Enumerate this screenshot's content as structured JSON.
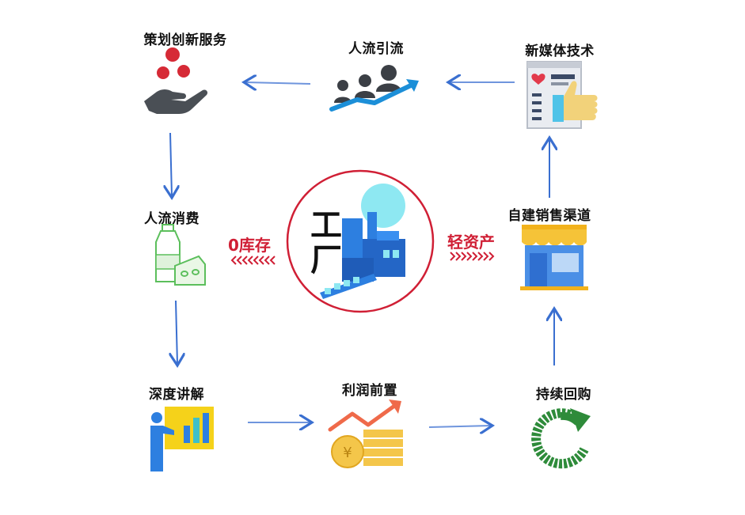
{
  "nodes": {
    "innovation": "策划创新服务",
    "traffic": "人流引流",
    "new_media": "新媒体技术",
    "consumption": "人流消费",
    "own_channel": "自建销售渠道",
    "explain": "深度讲解",
    "profit": "利润前置",
    "repurchase": "持续回购"
  },
  "center": {
    "left_label": "0库存",
    "right_label": "轻资产",
    "char_1": "工",
    "char_2": "厂"
  },
  "colors": {
    "arrow": "#3a6fd0",
    "accent_red": "#d01f35",
    "factory_blue": "#2d7fe0",
    "green": "#2e8b3a"
  },
  "icons": {
    "coin": "¥"
  }
}
